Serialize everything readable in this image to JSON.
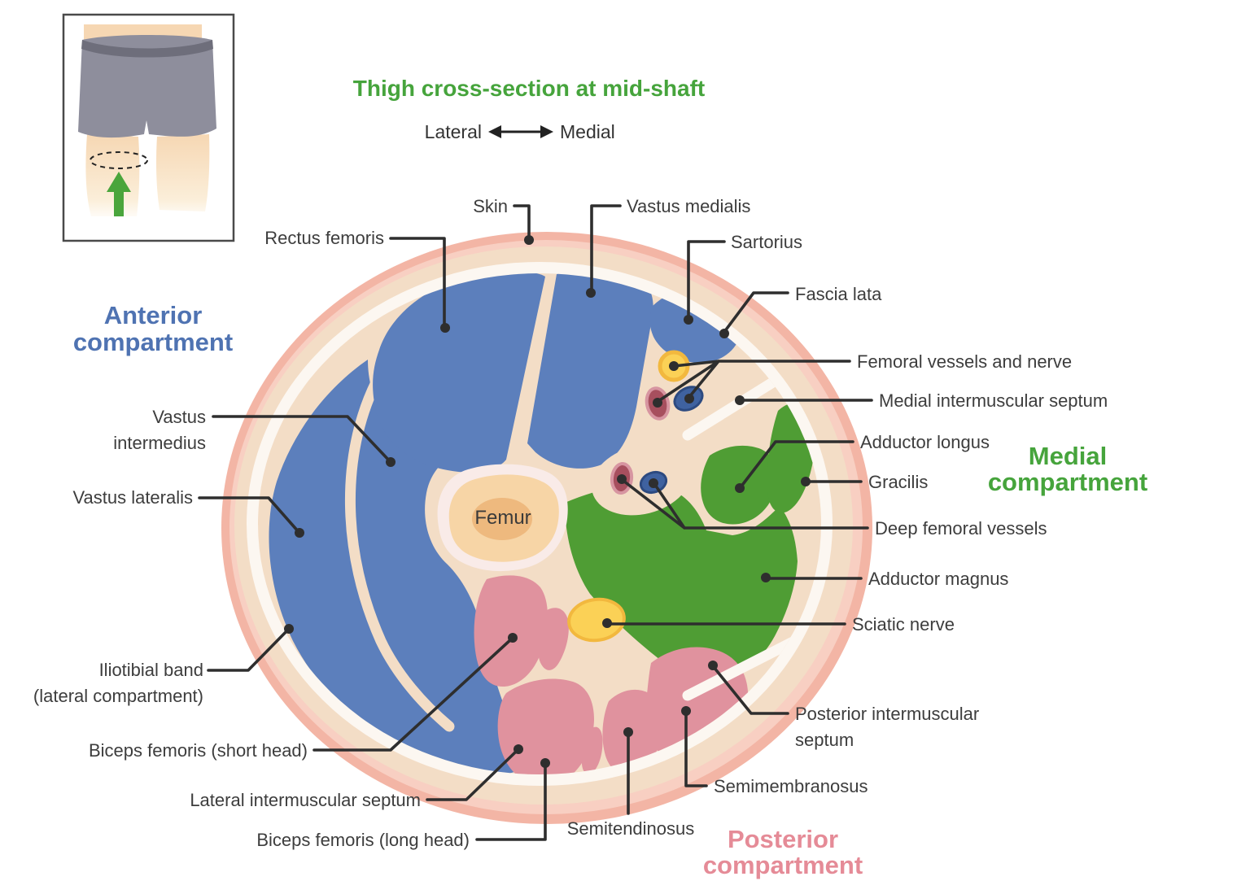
{
  "title": "Thigh cross-section at mid-shaft",
  "orientation": {
    "left_label": "Lateral",
    "right_label": "Medial"
  },
  "compartment_headings": {
    "anterior": [
      "Anterior",
      "compartment"
    ],
    "medial": [
      "Medial",
      "compartment"
    ],
    "posterior": [
      "Posterior",
      "compartment"
    ]
  },
  "labels": {
    "skin": "Skin",
    "rectus_femoris": "Rectus femoris",
    "vastus_medialis": "Vastus medialis",
    "sartorius": "Sartorius",
    "fascia_lata": "Fascia lata",
    "femoral_vessels_nerve": "Femoral vessels and nerve",
    "medial_intermuscular_septum": "Medial intermuscular septum",
    "adductor_longus": "Adductor longus",
    "gracilis": "Gracilis",
    "deep_femoral_vessels": "Deep femoral vessels",
    "adductor_magnus": "Adductor magnus",
    "sciatic_nerve": "Sciatic nerve",
    "posterior_intermuscular_septum": [
      "Posterior intermuscular",
      "septum"
    ],
    "semimembranosus": "Semimembranosus",
    "semitendinosus": "Semitendinosus",
    "biceps_femoris_long": "Biceps femoris (long head)",
    "lateral_intermuscular_septum": "Lateral intermuscular septum",
    "biceps_femoris_short": "Biceps femoris (short head)",
    "iliotibial_band": [
      "Iliotibial band",
      "(lateral compartment)"
    ],
    "vastus_intermedius": [
      "Vastus",
      "intermedius"
    ],
    "vastus_lateralis": "Vastus lateralis",
    "femur": "Femur"
  },
  "colors": {
    "title_green": "#46a43c",
    "anterior_blue": "#4f73b2",
    "medial_green": "#46a43c",
    "posterior_pink": "#e58b97",
    "muscle_blue": "#5c7fbc",
    "muscle_green": "#4f9d34",
    "muscle_pink": "#e0929e",
    "skin_outer": "#f3b5a5",
    "skin_inner": "#f8cfc2",
    "fat_beige": "#f3ddc6",
    "fascia_white": "#fcf7f1",
    "femur_ring": "#f9ebe8",
    "femur_mid": "#f7d5a6",
    "femur_core": "#eeb97e",
    "nerve_yellow": "#fbd156",
    "nerve_ring": "#f2b83e",
    "artery_red": "#a74f5e",
    "artery_rim": "#d795a1",
    "vein_blue": "#3f62a0",
    "vein_rim": "#2d4a80",
    "label_text": "#3d3d3d",
    "leader_line": "#2e2e2e",
    "inset_skin": "#f6d7b3",
    "inset_shorts": "#8e8e9c",
    "inset_shorts_dark": "#6e6e7b",
    "inset_arrow_green": "#4aa53c"
  }
}
